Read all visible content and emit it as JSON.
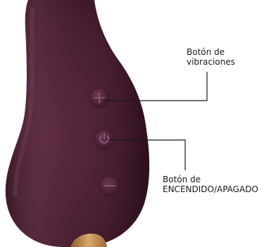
{
  "colors": {
    "device_body": "#4a1f33",
    "device_shadow": "#2d1020",
    "device_highlight": "#6e3a52",
    "button_ring": "#5a2a40",
    "gold_base": "#c9935a",
    "leader_line": "#1a1a1a"
  },
  "labels": {
    "vibration_button": {
      "line1": "Botón de",
      "line2": "vibraciones"
    },
    "power_button": {
      "line1": "Botón de",
      "line2": "ENCENDIDO/APAGADO"
    }
  },
  "icons": [
    "plus-icon",
    "power-icon",
    "minus-icon"
  ]
}
